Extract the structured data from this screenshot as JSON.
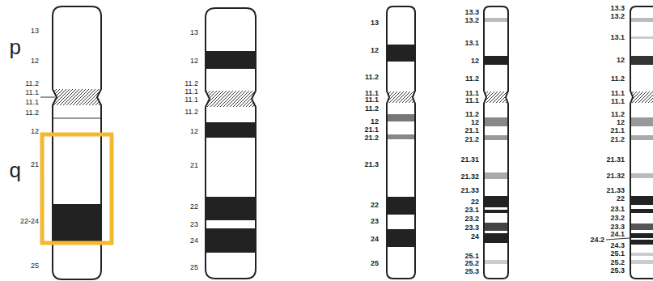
{
  "diagram": {
    "labels": [
      "p",
      "q",
      "13",
      "12",
      "11.2",
      "11.1",
      "11.1",
      "11.2",
      "12",
      "21",
      "22-24",
      "25",
      "13",
      "12",
      "11.2",
      "11.1",
      "11.1",
      "11.2",
      "12",
      "21",
      "22",
      "23",
      "24",
      "25",
      "13",
      "12",
      "11.2",
      "11.1",
      "11.1",
      "11.2",
      "12",
      "21.1",
      "21.2",
      "21.3",
      "22",
      "23",
      "24",
      "25",
      "13.3",
      "13.2",
      "13.1",
      "12",
      "11.2",
      "11.1",
      "11.1",
      "11.2",
      "12",
      "21.1",
      "21.2",
      "21.31",
      "21.32",
      "21.33",
      "22",
      "23.1",
      "23.2",
      "23.3",
      "24",
      "25.1",
      "25.2",
      "25.3",
      "13.3",
      "13.2",
      "13.1",
      "12",
      "11.2",
      "11.1",
      "11.1",
      "11.2",
      "12",
      "21.1",
      "21.2",
      "21.31",
      "21.32",
      "21.33",
      "22",
      "23.1",
      "23.2",
      "23.3",
      "24.1",
      "24.2",
      "24.3",
      "25.1",
      "25.2",
      "25.3"
    ]
  }
}
